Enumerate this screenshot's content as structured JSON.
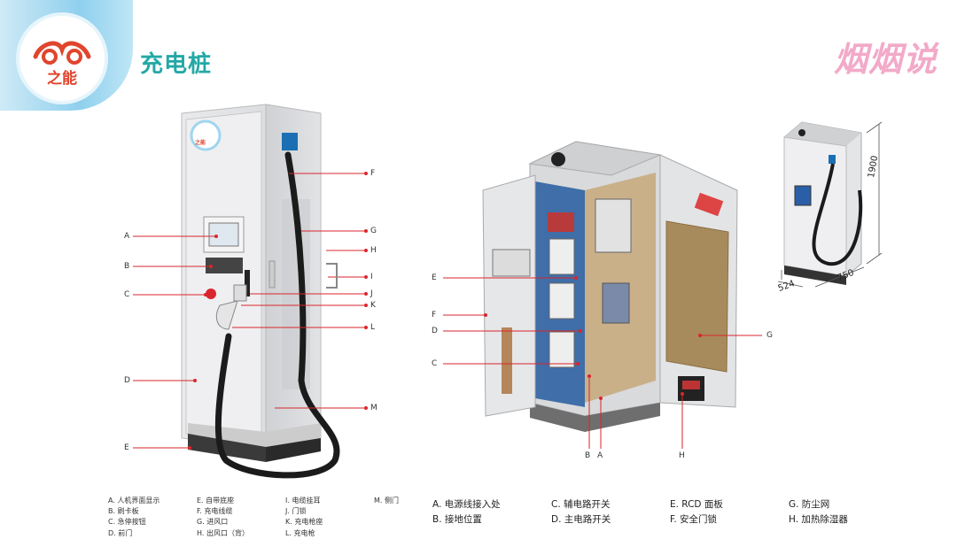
{
  "header": {
    "logo_text": "之能",
    "title": "充电桩",
    "brand_mark": "烟烟说"
  },
  "left_diagram": {
    "callouts": [
      "A",
      "B",
      "C",
      "D",
      "E",
      "F",
      "G",
      "H",
      "I",
      "J",
      "K",
      "L",
      "M"
    ],
    "legend": [
      [
        "A. 人机界面显示",
        "B. 刷卡板",
        "C. 急停按钮",
        "D. 前门"
      ],
      [
        "E. 自带底座",
        "F. 充电线缆",
        "G. 进风口",
        "H. 出风口（背）"
      ],
      [
        "I. 电缆挂耳",
        "J. 门锁",
        "K. 充电枪座",
        "L. 充电枪"
      ],
      [
        "M. 侧门"
      ]
    ],
    "device_logo_text": "之能"
  },
  "right_diagram": {
    "callouts": [
      "E",
      "F",
      "D",
      "C",
      "G",
      "B",
      "A",
      "H"
    ],
    "legend": [
      [
        "A. 电源线接入处",
        "B. 接地位置"
      ],
      [
        "C. 辅电路开关",
        "D. 主电路开关"
      ],
      [
        "E. RCD 面板",
        "F. 安全门锁"
      ],
      [
        "G. 防尘网",
        "H. 加热除湿器"
      ]
    ]
  },
  "dimensions": {
    "height": "1900",
    "depth": "524",
    "width": "750"
  },
  "colors": {
    "accent_teal": "#23a8a6",
    "callout_red": "#d9262c",
    "brand_pink": "#f2aac8",
    "header_blue": "#8fd0ee"
  }
}
